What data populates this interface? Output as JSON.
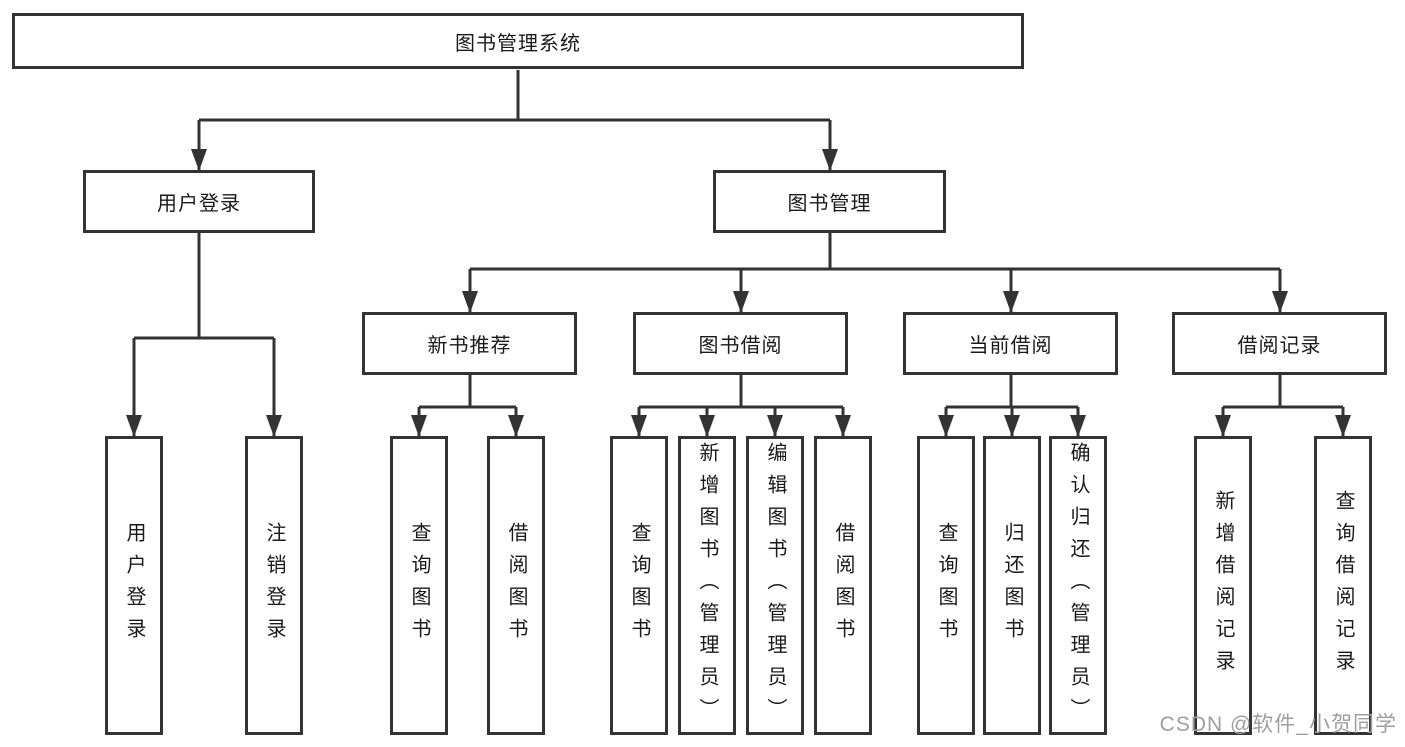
{
  "diagram_type": "hierarchy-tree",
  "colors": {
    "line": "#333333",
    "box_border": "#333333",
    "box_background": "#ffffff",
    "text": "#1a1a1a",
    "watermark": "#9e9e9e"
  },
  "tree": {
    "root": {
      "label": "图书管理系统",
      "children": [
        {
          "label": "用户登录",
          "children": [
            {
              "label": "用户登录"
            },
            {
              "label": "注销登录"
            }
          ]
        },
        {
          "label": "图书管理",
          "children": [
            {
              "label": "新书推荐",
              "children": [
                {
                  "label": "查询图书"
                },
                {
                  "label": "借阅图书"
                }
              ]
            },
            {
              "label": "图书借阅",
              "children": [
                {
                  "label": "查询图书"
                },
                {
                  "label": "新增图书（管理员）"
                },
                {
                  "label": "编辑图书（管理员）"
                },
                {
                  "label": "借阅图书"
                }
              ]
            },
            {
              "label": "当前借阅",
              "children": [
                {
                  "label": "查询图书"
                },
                {
                  "label": "归还图书"
                },
                {
                  "label": "确认归还（管理员）"
                }
              ]
            },
            {
              "label": "借阅记录",
              "children": [
                {
                  "label": "新增借阅记录"
                },
                {
                  "label": "查询借阅记录"
                }
              ]
            }
          ]
        }
      ]
    }
  },
  "watermark": "CSDN @软件_小贺同学"
}
